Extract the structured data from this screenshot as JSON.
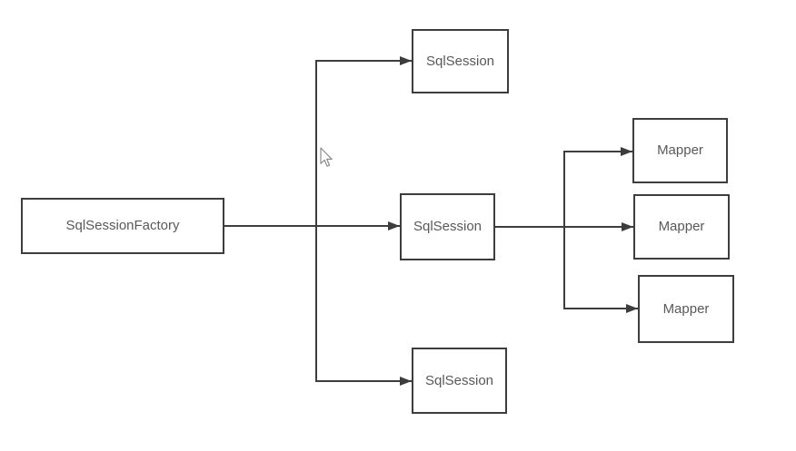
{
  "diagram": {
    "nodes": [
      {
        "id": "sqlsessionfactory",
        "label": "SqlSessionFactory"
      },
      {
        "id": "sqlsession-top",
        "label": "SqlSession"
      },
      {
        "id": "sqlsession-middle",
        "label": "SqlSession"
      },
      {
        "id": "sqlsession-bottom",
        "label": "SqlSession"
      },
      {
        "id": "mapper-top",
        "label": "Mapper"
      },
      {
        "id": "mapper-middle",
        "label": "Mapper"
      },
      {
        "id": "mapper-bottom",
        "label": "Mapper"
      }
    ],
    "edges": [
      {
        "from": "sqlsessionfactory",
        "to": "sqlsession-top"
      },
      {
        "from": "sqlsessionfactory",
        "to": "sqlsession-middle"
      },
      {
        "from": "sqlsessionfactory",
        "to": "sqlsession-bottom"
      },
      {
        "from": "sqlsession-middle",
        "to": "mapper-top"
      },
      {
        "from": "sqlsession-middle",
        "to": "mapper-middle"
      },
      {
        "from": "sqlsession-middle",
        "to": "mapper-bottom"
      }
    ],
    "colors": {
      "line": "#3d3d3d",
      "box_border": "#3d3d3d",
      "box_fill": "#ffffff",
      "text": "#595959",
      "background": "#ffffff"
    },
    "cursor": "arrow-pointer"
  }
}
